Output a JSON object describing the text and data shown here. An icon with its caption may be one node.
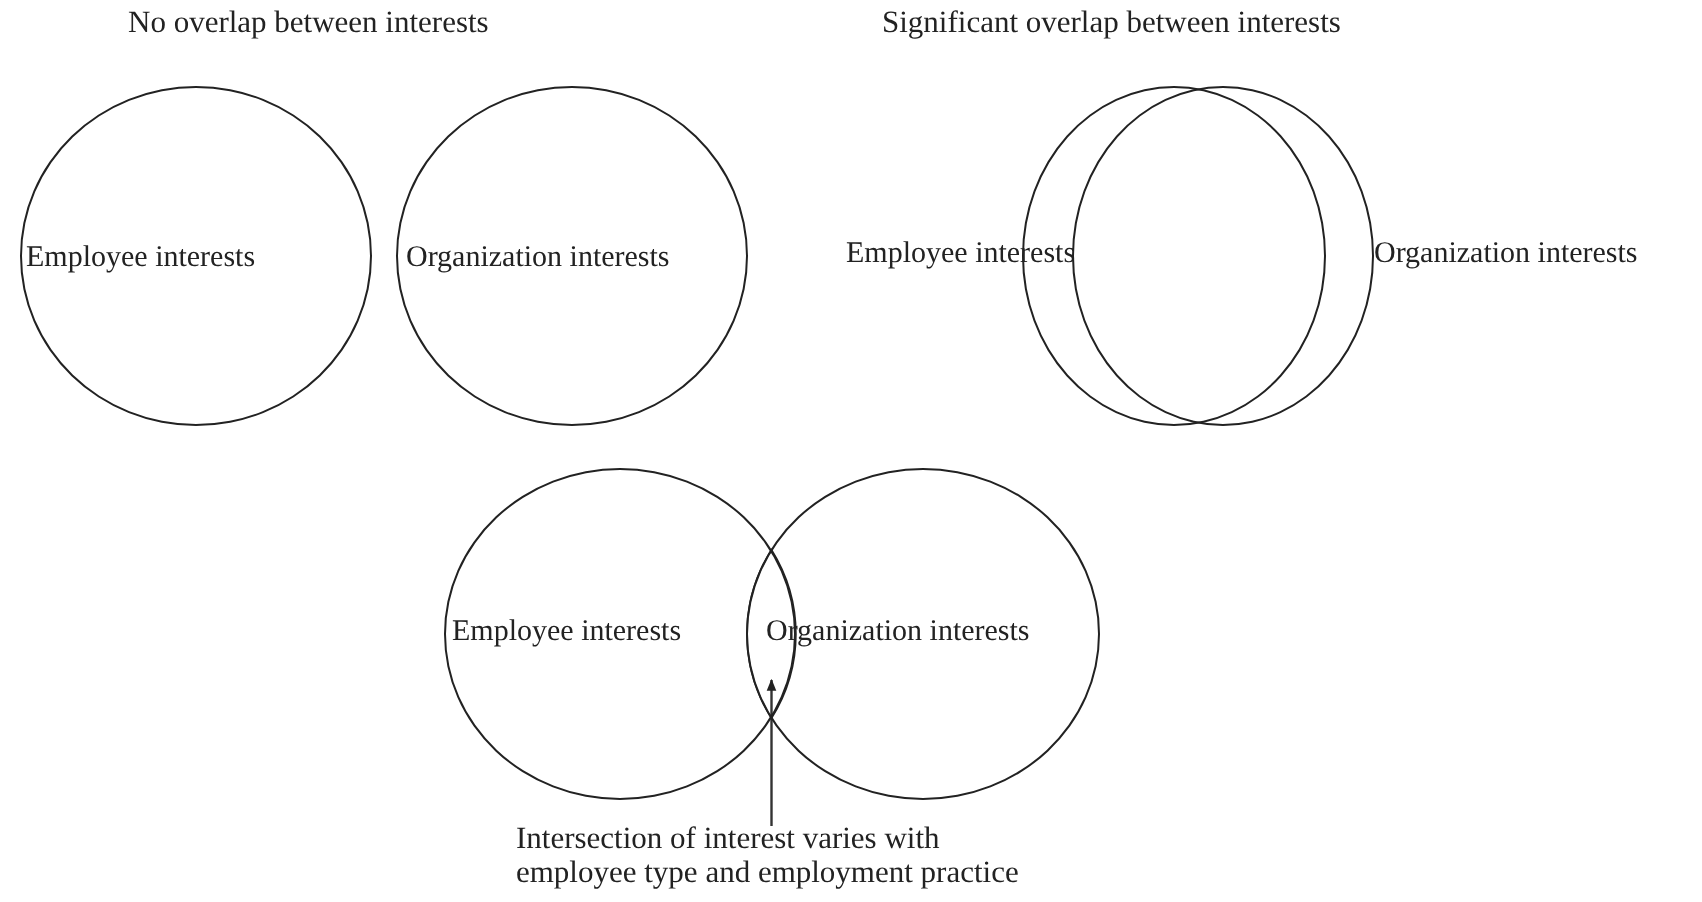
{
  "diagram": {
    "nodes": [
      {
        "text": [
          "Employee interests"
        ]
      },
      {
        "text": [
          "Organization interests"
        ]
      },
      {
        "text": [
          "Employee interests"
        ]
      },
      {
        "text": [
          "Organization interests"
        ]
      },
      {
        "text": [
          "Employee interests"
        ]
      },
      {
        "text": [
          "Organization interests"
        ]
      },
      {
        "text": [
          "Intersection of interest varies with employee type and employment practice"
        ]
      },
      {
        "text": [],
        "shape": "lens"
      }
    ],
    "edges": [
      {
        "from": 6,
        "to": 7,
        "arrow": "to"
      }
    ],
    "labels": [
      "No overlap between interests",
      "Significant overlap between interests"
    ]
  }
}
